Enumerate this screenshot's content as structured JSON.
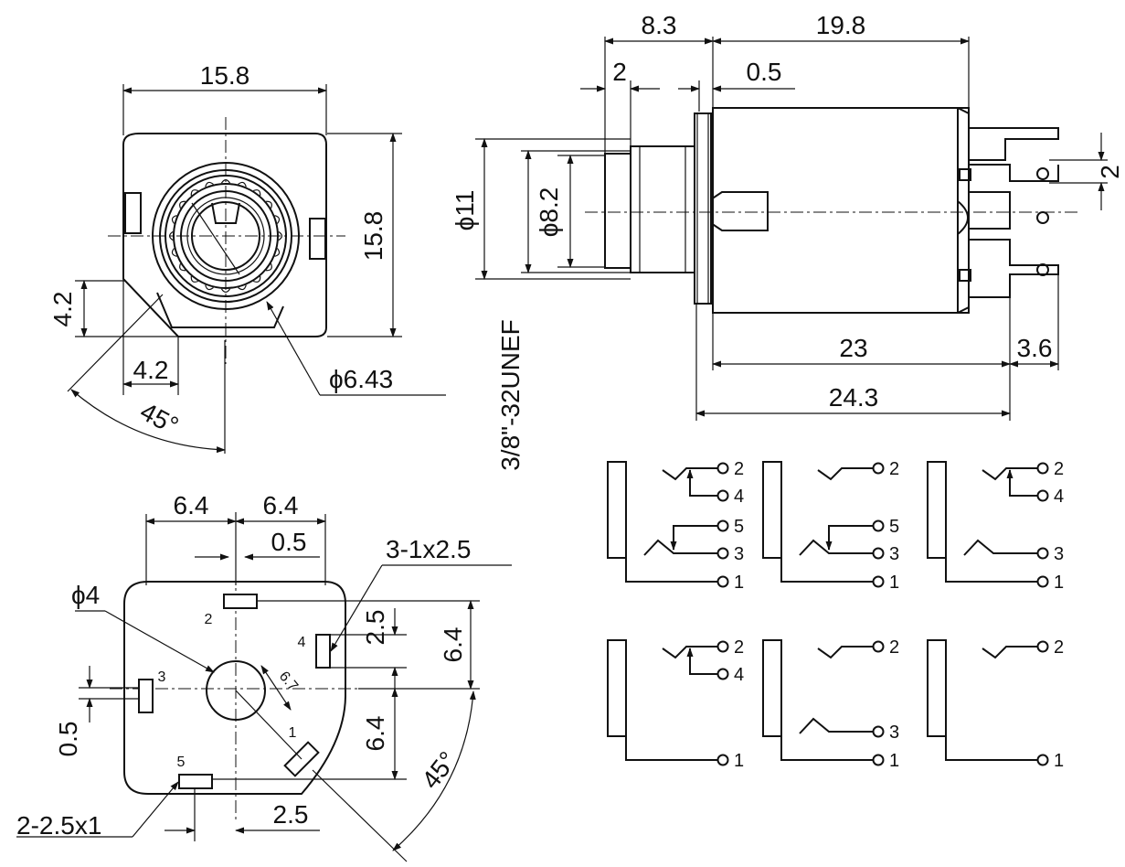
{
  "front_view": {
    "width": "15.8",
    "height": "15.8",
    "offset_vertical": "4.2",
    "offset_horizontal": "4.2",
    "angle": "45°",
    "thread_diameter": "ϕ6.43"
  },
  "side_view": {
    "shaft_length": "8.3",
    "body_length": "19.8",
    "nut_thickness": "2",
    "panel_thickness": "0.5",
    "outer_diameter": "ϕ11",
    "inner_diameter": "ϕ8.2",
    "thread_spec": "3/8\"-32UNEF",
    "pin_pitch": "2",
    "body_inner_length": "23",
    "pin_length": "3.6",
    "total_length": "24.3"
  },
  "footprint": {
    "half_width_left": "6.4",
    "half_width_right": "6.4",
    "pin_offset_top": "0.5",
    "slot_spec": "3-1x2.5",
    "hole_diameter": "ϕ4",
    "pin_height": "2.5",
    "pitch_upper": "6.4",
    "pitch_lower": "6.4",
    "diagonal": "6.7",
    "pin_offset_left": "0.5",
    "angle": "45°",
    "pad_spec": "2-2.5x1",
    "pin_spacing_bottom": "2.5",
    "pin_labels": [
      "1",
      "2",
      "3",
      "4",
      "5"
    ]
  },
  "schematics": [
    {
      "pins": [
        "2",
        "4",
        "5",
        "3",
        "1"
      ]
    },
    {
      "pins": [
        "2",
        "5",
        "3",
        "1"
      ]
    },
    {
      "pins": [
        "2",
        "4",
        "3",
        "1"
      ]
    },
    {
      "pins": [
        "2",
        "4",
        "1"
      ]
    },
    {
      "pins": [
        "2",
        "3",
        "1"
      ]
    },
    {
      "pins": [
        "2",
        "1"
      ]
    }
  ]
}
